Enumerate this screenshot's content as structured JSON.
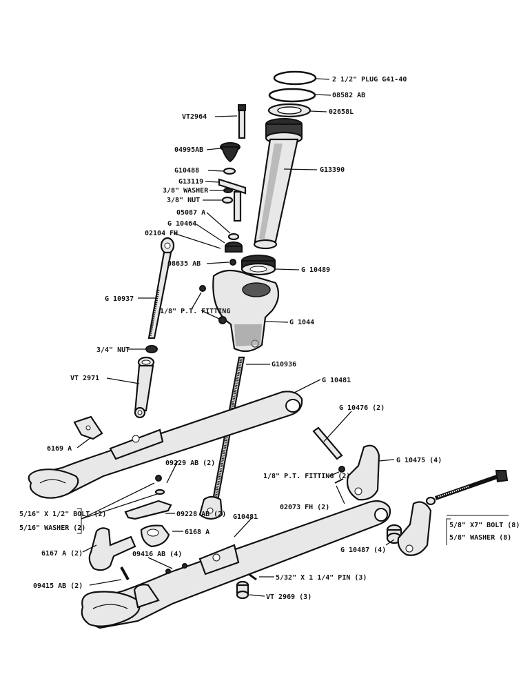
{
  "labels": {
    "plug": "2 1/2\" PLUG G41-40",
    "g08582": "08582 AB",
    "g02658": "02658L",
    "vt2964": "VT2964",
    "g04995": "04995AB",
    "g13390": "G13390",
    "g10488": "G10488",
    "g13119": "G13119",
    "washer38": "3/8\" WASHER",
    "nut38": "3/8\" NUT",
    "g05087": "05087 A",
    "g10464": "G 10464",
    "g02104": "02104 FH",
    "g08635": "08635 AB",
    "g10489": "G 10489",
    "g10937": "G 10937",
    "ptfit": "1/8\" P.T. FITTING",
    "g1044": "G 1044",
    "nut34": "3/4\" NUT",
    "g10936": "G10936",
    "vt2971": "VT 2971",
    "g10481a": "G 10481",
    "g10476": "G 10476 (2)",
    "g6169": "6169 A",
    "g10475": "G 10475 (4)",
    "ptfit2": "1/8\" P.T. FITTING (2)",
    "g09229": "09229 AB (2)",
    "bolt516": "5/16\" X 1/2\" BOLT (2)",
    "washer516": "5/16\" WASHER (2)",
    "g02073": "02073 FH (2)",
    "g09228": "09228 AB (2)",
    "g10481b": "G10481",
    "bolt58": "5/8\" X7\" BOLT (8)",
    "washer58": "5/8\" WASHER (8)",
    "g6167": "6167 A (2)",
    "g6168": "6168 A",
    "g09416": "09416 AB (4)",
    "g10487": "G 10487 (4)",
    "g09415": "09415 AB (2)",
    "pin532": "5/32\" X 1 1/4\" PIN (3)",
    "vt2969": "VT 2969 (3)"
  }
}
